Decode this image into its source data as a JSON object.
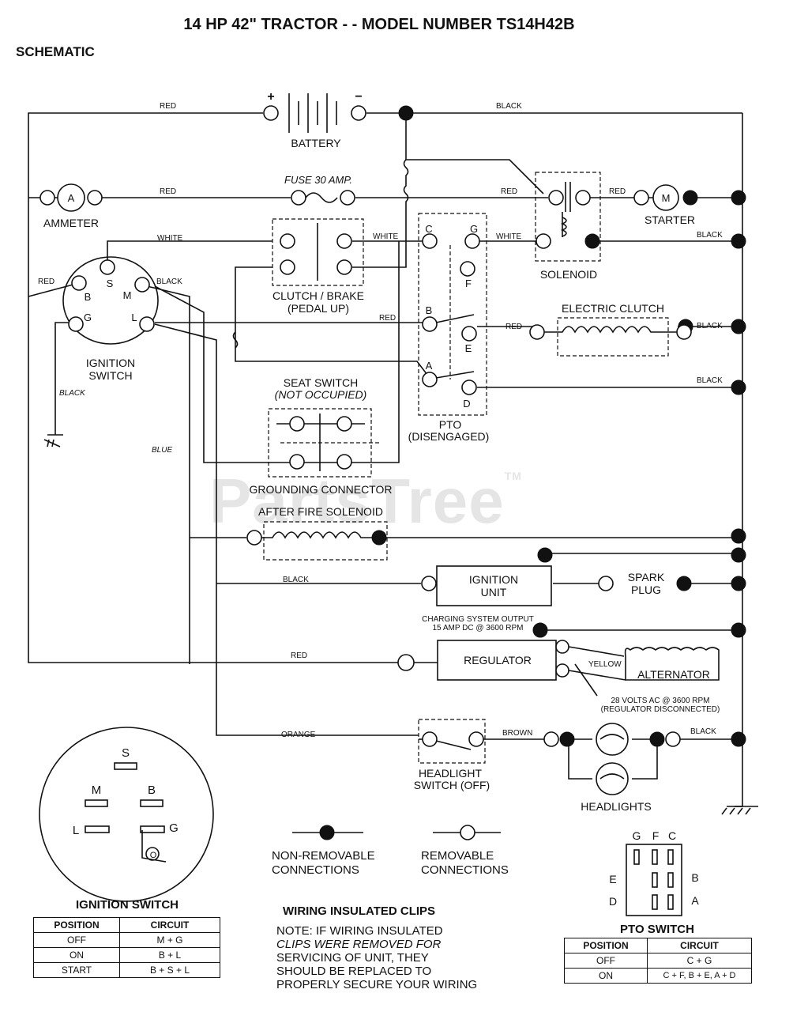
{
  "title": "14 HP 42\" TRACTOR - - MODEL NUMBER TS14H42B",
  "subtitle": "SCHEMATIC",
  "watermark": "PartsTree",
  "watermark_tm": "TM",
  "components": {
    "battery": "BATTERY",
    "battery_plus": "+",
    "battery_minus": "−",
    "fuse": "FUSE 30 AMP.",
    "ammeter": "AMMETER",
    "ammeter_symbol": "A",
    "starter": "STARTER",
    "starter_symbol": "M",
    "solenoid": "SOLENOID",
    "clutch_brake_1": "CLUTCH / BRAKE",
    "clutch_brake_2": "(PEDAL UP)",
    "ignition_switch_1": "IGNITION",
    "ignition_switch_2": "SWITCH",
    "electric_clutch": "ELECTRIC CLUTCH",
    "seat_switch_1": "SEAT SWITCH",
    "seat_switch_2": "(NOT OCCUPIED)",
    "pto_1": "PTO",
    "pto_2": "(DISENGAGED)",
    "grounding_connector": "GROUNDING CONNECTOR",
    "after_fire_solenoid": "AFTER FIRE SOLENOID",
    "ignition_unit_1": "IGNITION",
    "ignition_unit_2": "UNIT",
    "spark_plug_1": "SPARK",
    "spark_plug_2": "PLUG",
    "regulator": "REGULATOR",
    "alternator": "ALTERNATOR",
    "charging_output_1": "CHARGING SYSTEM OUTPUT",
    "charging_output_2": "15 AMP DC @ 3600 RPM",
    "alternator_note_1": "28 VOLTS AC @ 3600 RPM",
    "alternator_note_2": "(REGULATOR DISCONNECTED)",
    "headlight_switch_1": "HEADLIGHT",
    "headlight_switch_2": "SWITCH (OFF)",
    "headlights": "HEADLIGHTS"
  },
  "terminals": {
    "ignition": [
      "S",
      "B",
      "M",
      "G",
      "L"
    ],
    "pto": [
      "C",
      "G",
      "F",
      "B",
      "E",
      "A",
      "D"
    ]
  },
  "wires": {
    "red": "RED",
    "black": "BLACK",
    "white": "WHITE",
    "blue": "BLUE",
    "yellow": "YELLOW",
    "orange": "ORANGE",
    "brown": "BROWN"
  },
  "legend": {
    "non_removable_1": "NON-REMOVABLE",
    "non_removable_2": "CONNECTIONS",
    "removable_1": "REMOVABLE",
    "removable_2": "CONNECTIONS"
  },
  "wiring_clips": {
    "heading": "WIRING INSULATED CLIPS",
    "lines": [
      "NOTE: IF WIRING INSULATED",
      "CLIPS WERE REMOVED FOR",
      "SERVICING OF UNIT, THEY",
      "SHOULD BE REPLACED TO",
      "PROPERLY SECURE YOUR WIRING"
    ]
  },
  "ignition_switch_table": {
    "title": "IGNITION SWITCH",
    "headers": [
      "POSITION",
      "CIRCUIT"
    ],
    "rows": [
      [
        "OFF",
        "M + G"
      ],
      [
        "ON",
        "B + L"
      ],
      [
        "START",
        "B + S + L"
      ]
    ]
  },
  "pto_switch_table": {
    "title": "PTO SWITCH",
    "headers": [
      "POSITION",
      "CIRCUIT"
    ],
    "rows": [
      [
        "OFF",
        "C + G"
      ],
      [
        "ON",
        "C + F, B + E, A + D"
      ]
    ],
    "pin_labels_top": [
      "G",
      "F",
      "C"
    ],
    "pin_labels_left": [
      "E",
      "D"
    ],
    "pin_labels_right": [
      "B",
      "A"
    ]
  },
  "ignition_face_labels": [
    "S",
    "M",
    "B",
    "L",
    "G",
    "O"
  ]
}
